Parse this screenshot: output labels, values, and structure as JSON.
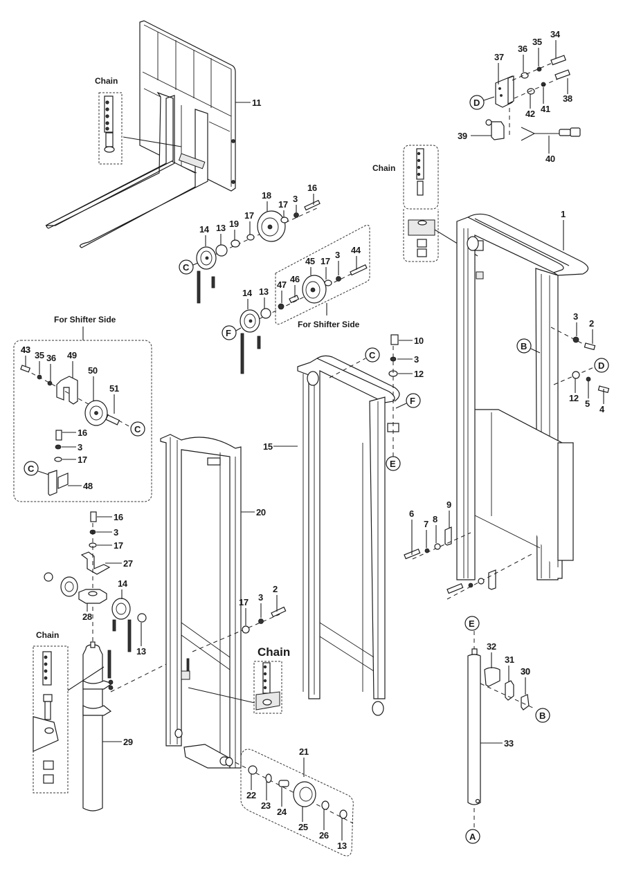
{
  "diagram": {
    "type": "exploded-parts-diagram",
    "subject": "Mast assembly",
    "captions": {
      "chain": "Chain",
      "shifter_side": "For Shifter Side"
    },
    "reference_markers": [
      "A",
      "B",
      "C",
      "D",
      "E",
      "F"
    ],
    "callouts": [
      {
        "id": "c1",
        "label": "1"
      },
      {
        "id": "c2a",
        "label": "2"
      },
      {
        "id": "c2b",
        "label": "2"
      },
      {
        "id": "c3a",
        "label": "3"
      },
      {
        "id": "c3b",
        "label": "3"
      },
      {
        "id": "c3c",
        "label": "3"
      },
      {
        "id": "c3d",
        "label": "3"
      },
      {
        "id": "c3e",
        "label": "3"
      },
      {
        "id": "c3f",
        "label": "3"
      },
      {
        "id": "c3g",
        "label": "3"
      },
      {
        "id": "c4",
        "label": "4"
      },
      {
        "id": "c5",
        "label": "5"
      },
      {
        "id": "c6",
        "label": "6"
      },
      {
        "id": "c7",
        "label": "7"
      },
      {
        "id": "c8",
        "label": "8"
      },
      {
        "id": "c9",
        "label": "9"
      },
      {
        "id": "c10",
        "label": "10"
      },
      {
        "id": "c11",
        "label": "11"
      },
      {
        "id": "c12a",
        "label": "12"
      },
      {
        "id": "c12b",
        "label": "12"
      },
      {
        "id": "c13a",
        "label": "13"
      },
      {
        "id": "c13b",
        "label": "13"
      },
      {
        "id": "c13c",
        "label": "13"
      },
      {
        "id": "c13d",
        "label": "13"
      },
      {
        "id": "c14a",
        "label": "14"
      },
      {
        "id": "c14b",
        "label": "14"
      },
      {
        "id": "c14c",
        "label": "14"
      },
      {
        "id": "c15",
        "label": "15"
      },
      {
        "id": "c16a",
        "label": "16"
      },
      {
        "id": "c16b",
        "label": "16"
      },
      {
        "id": "c16c",
        "label": "16"
      },
      {
        "id": "c17a",
        "label": "17"
      },
      {
        "id": "c17b",
        "label": "17"
      },
      {
        "id": "c17c",
        "label": "17"
      },
      {
        "id": "c17d",
        "label": "17"
      },
      {
        "id": "c17e",
        "label": "17"
      },
      {
        "id": "c17f",
        "label": "17"
      },
      {
        "id": "c18",
        "label": "18"
      },
      {
        "id": "c19",
        "label": "19"
      },
      {
        "id": "c20",
        "label": "20"
      },
      {
        "id": "c21",
        "label": "21"
      },
      {
        "id": "c22",
        "label": "22"
      },
      {
        "id": "c23",
        "label": "23"
      },
      {
        "id": "c24",
        "label": "24"
      },
      {
        "id": "c25",
        "label": "25"
      },
      {
        "id": "c26",
        "label": "26"
      },
      {
        "id": "c27",
        "label": "27"
      },
      {
        "id": "c28",
        "label": "28"
      },
      {
        "id": "c29",
        "label": "29"
      },
      {
        "id": "c30",
        "label": "30"
      },
      {
        "id": "c31",
        "label": "31"
      },
      {
        "id": "c32",
        "label": "32"
      },
      {
        "id": "c33",
        "label": "33"
      },
      {
        "id": "c34",
        "label": "34"
      },
      {
        "id": "c35a",
        "label": "35"
      },
      {
        "id": "c35b",
        "label": "35"
      },
      {
        "id": "c36a",
        "label": "36"
      },
      {
        "id": "c36b",
        "label": "36"
      },
      {
        "id": "c37",
        "label": "37"
      },
      {
        "id": "c38",
        "label": "38"
      },
      {
        "id": "c39",
        "label": "39"
      },
      {
        "id": "c40",
        "label": "40"
      },
      {
        "id": "c41",
        "label": "41"
      },
      {
        "id": "c42",
        "label": "42"
      },
      {
        "id": "c43",
        "label": "43"
      },
      {
        "id": "c44",
        "label": "44"
      },
      {
        "id": "c45",
        "label": "45"
      },
      {
        "id": "c46",
        "label": "46"
      },
      {
        "id": "c47",
        "label": "47"
      },
      {
        "id": "c48",
        "label": "48"
      },
      {
        "id": "c49",
        "label": "49"
      },
      {
        "id": "c50",
        "label": "50"
      },
      {
        "id": "c51",
        "label": "51"
      }
    ]
  }
}
